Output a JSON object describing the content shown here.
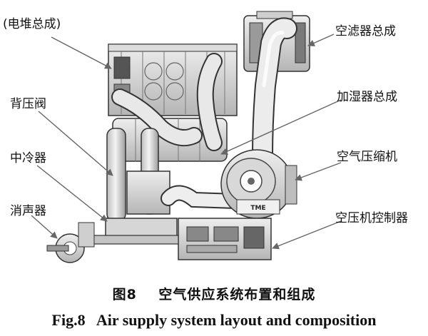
{
  "labels": {
    "stack": "(电堆总成)",
    "air_filter": "空滤器总成",
    "back_pressure_valve": "背压阀",
    "humidifier": "加湿器总成",
    "intercooler": "中冷器",
    "air_compressor": "空气压缩机",
    "muffler": "消声器",
    "compressor_controller": "空压机控制器"
  },
  "caption": {
    "cn_number": "图8",
    "cn_title": "空气供应系统布置和组成",
    "en_number": "Fig.8",
    "en_title": "Air supply system layout and composition"
  },
  "marking": "TME",
  "colors": {
    "line": "#333333",
    "metal_light": "#e6e6e6",
    "metal_mid": "#bdbdbd",
    "metal_dark": "#555555",
    "text": "#111111"
  }
}
